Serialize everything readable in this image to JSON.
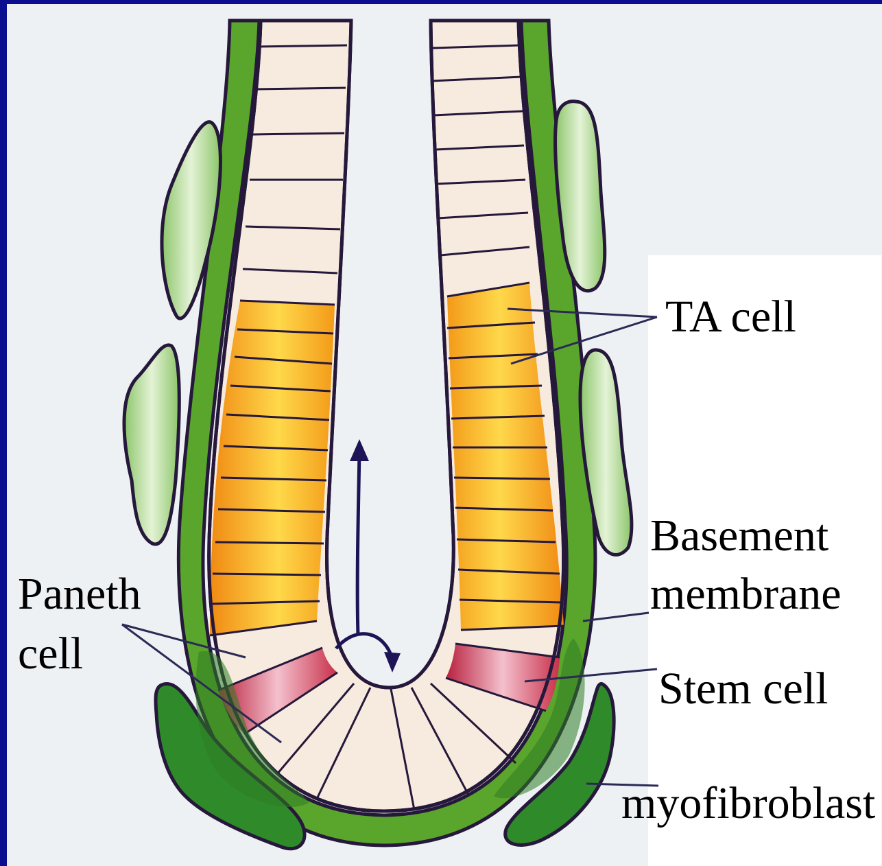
{
  "labels": {
    "ta_cell": "TA cell",
    "basement_membrane_line1": "Basement",
    "basement_membrane_line2": "membrane",
    "stem_cell": "Stem cell",
    "myofibroblast": "myofibroblast",
    "paneth_cell_line1": "Paneth",
    "paneth_cell_line2": "cell"
  },
  "colors": {
    "frame": "#0b0f8f",
    "background": "#eef1f4",
    "label_panel": "#ffffff",
    "epithelium": "#f3e6d8",
    "ta_cells": "#f7a51c",
    "stem_cells": "#c8304a",
    "basement_membrane": "#5aa52c",
    "stromal_cells": "#b8dc98",
    "myofibroblast": "#2f8a2a",
    "outline": "#26183a"
  }
}
